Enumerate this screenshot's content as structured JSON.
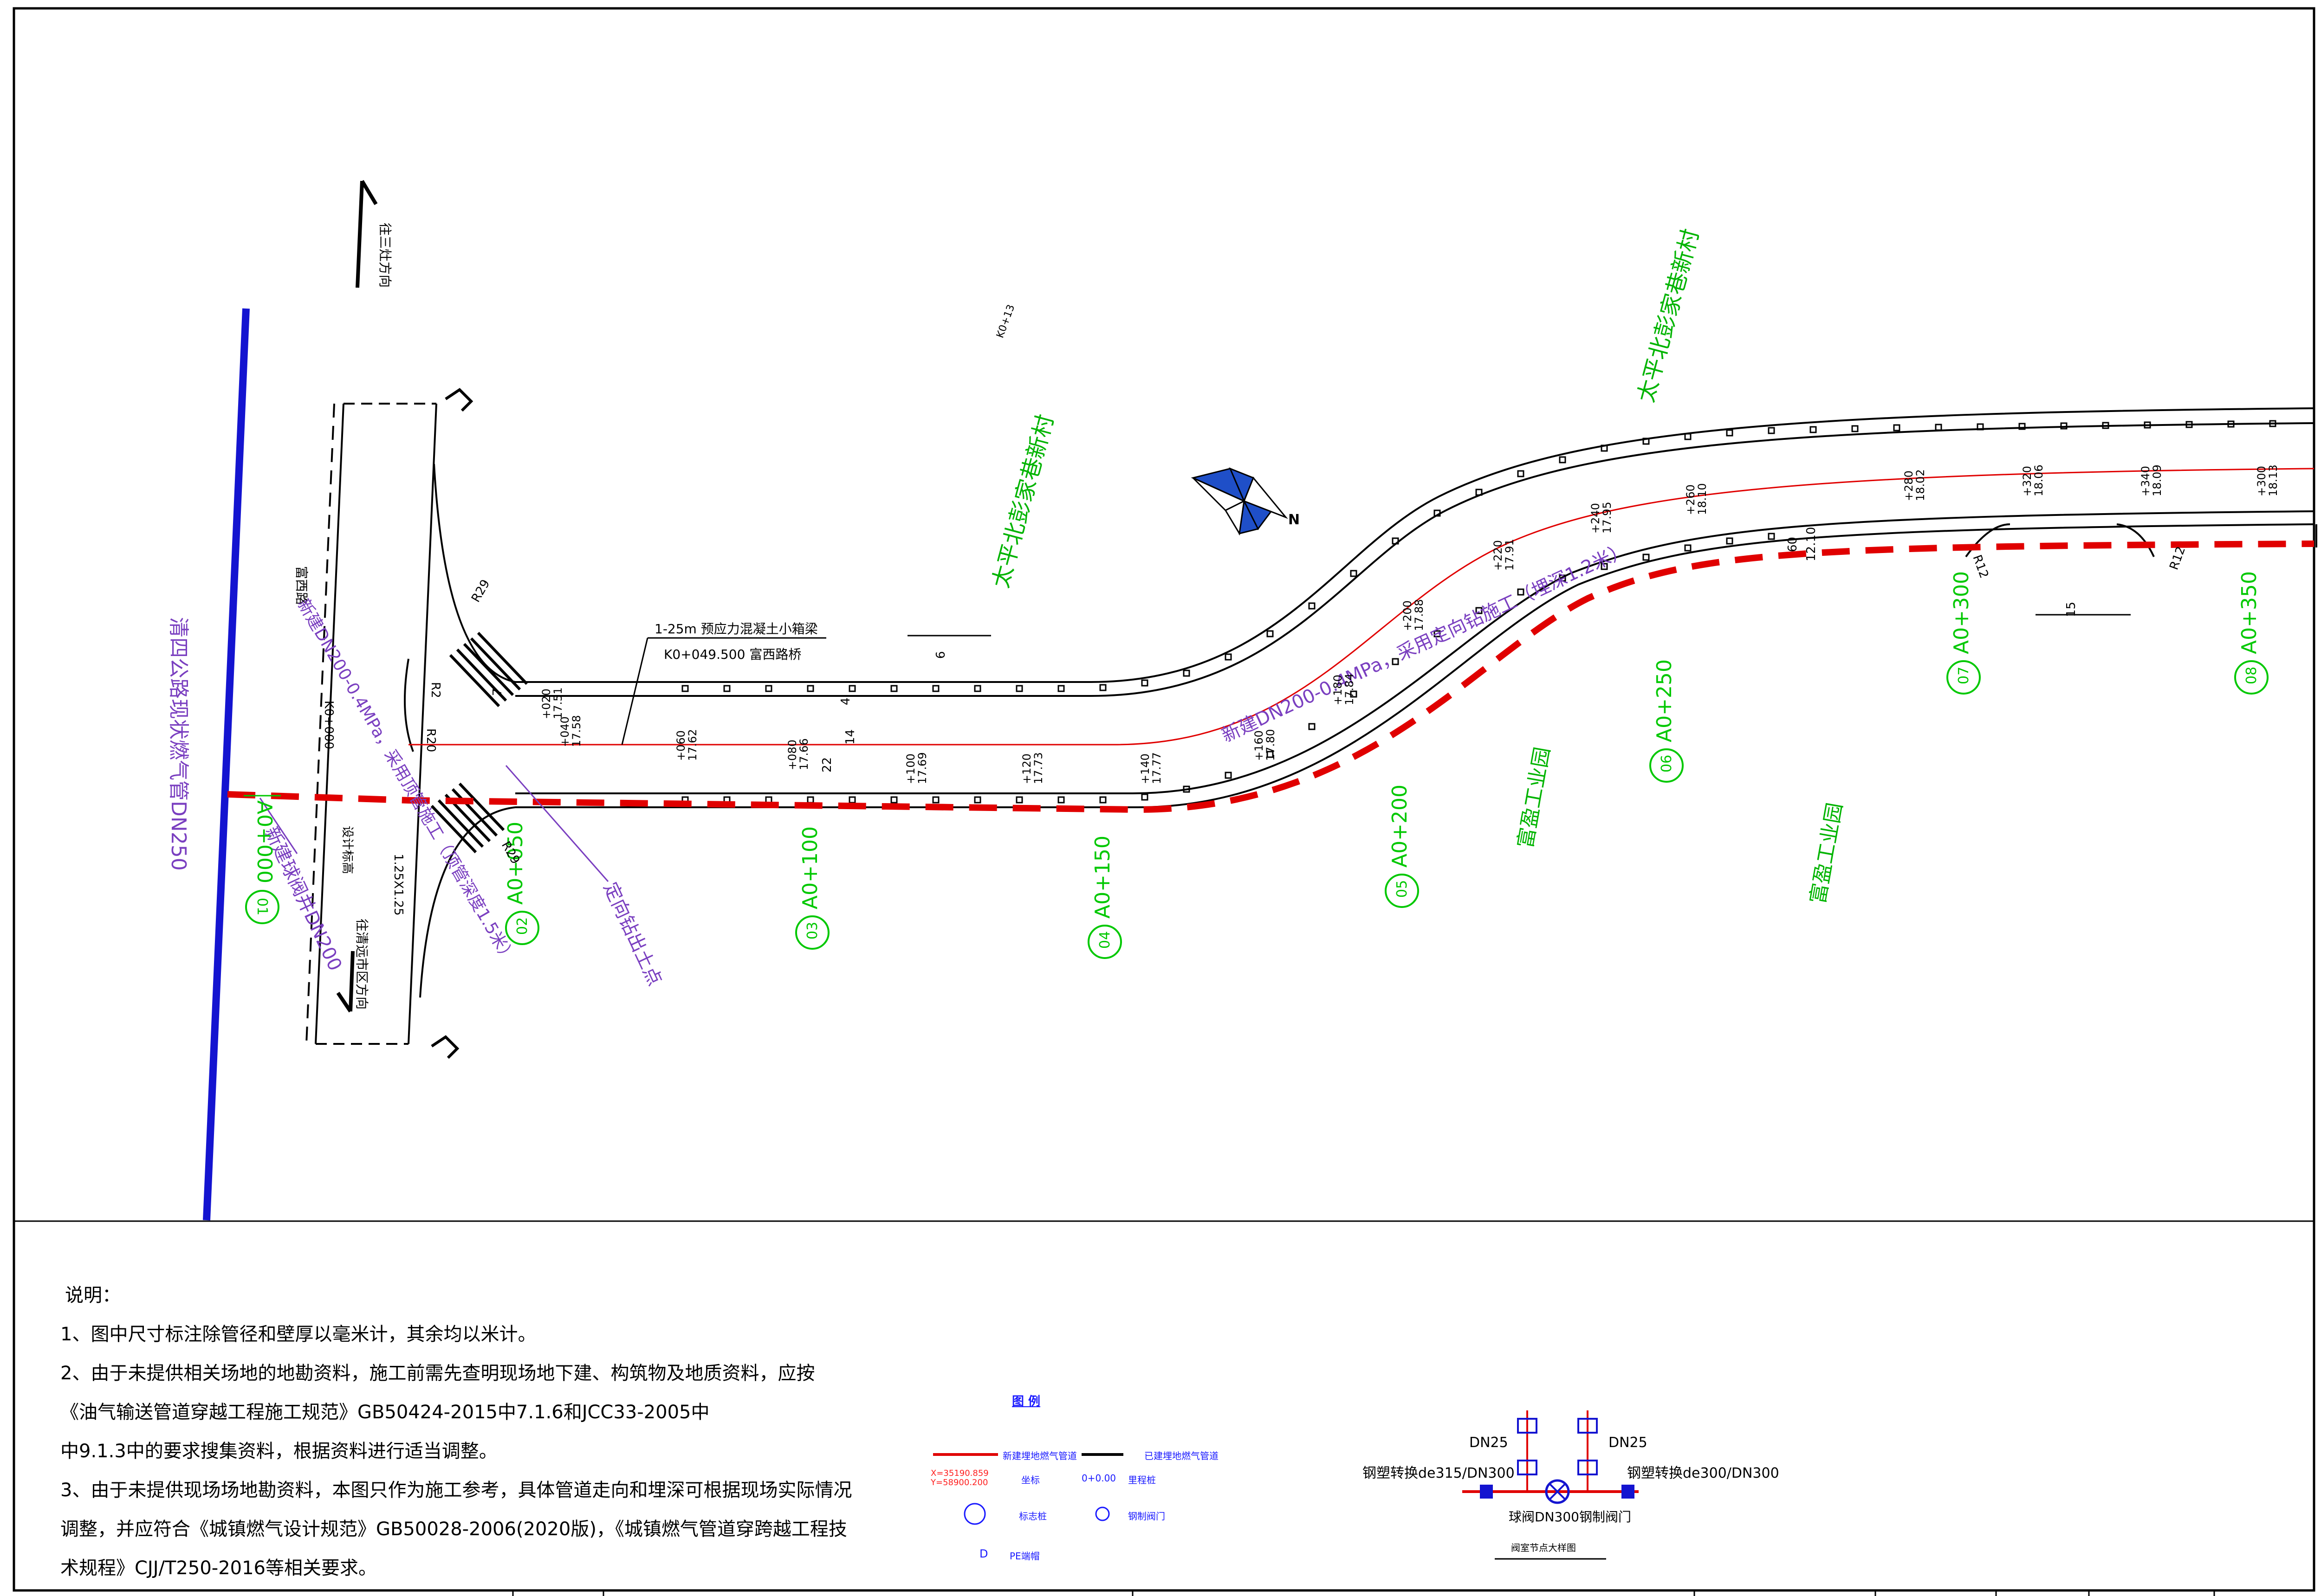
{
  "drawing": {
    "left_direction_top": "往三灶方向",
    "left_direction_bottom": "往清远市区方向",
    "existing_main_label": "清四公路现状燃气管DN250",
    "new_pipe_label": "新建DN200-0.4MPa，采用顶管施工（顶管深度1.5米）",
    "new_pipe_label_2": "新建DN200-0.4MPa，采用定向钻施工（埋深1.2米）",
    "valve_label": "新建球阀井DN200",
    "lateral_label": "定向钻出土点",
    "bridge_label_1": "1-25m 预应力混凝土小箱梁",
    "bridge_label_2": "K0+049.500 富西路桥",
    "village_top": "太平北彭家巷新村",
    "village_mid": "太平北彭家巷新村",
    "industrial_1": "富盈工业园",
    "industrial_2": "富盈工业园",
    "design_elev_label": "设计标高",
    "slope_label": "1.25X1.25",
    "origin_label": "K0+000",
    "road_name": "富西路",
    "scale_label": "K0+13",
    "chainage_markers": [
      {
        "label": "A0+000",
        "id": "01"
      },
      {
        "label": "A0+050",
        "id": "02"
      },
      {
        "label": "A0+100",
        "id": "03"
      },
      {
        "label": "A0+150",
        "id": "04"
      },
      {
        "label": "A0+200",
        "id": "05"
      },
      {
        "label": "A0+250",
        "id": "06"
      },
      {
        "label": "A0+300",
        "id": "07"
      },
      {
        "label": "A0+350",
        "id": "08"
      }
    ],
    "stations": [
      "+020",
      "+040",
      "+060",
      "+080",
      "+100",
      "+120",
      "+140",
      "+160",
      "+180",
      "+200",
      "+220",
      "+240",
      "+260",
      "+280",
      "+300",
      "+320",
      "+340"
    ],
    "elevations": [
      "17.51",
      "17.58",
      "17.62",
      "17.66",
      "17.69",
      "17.73",
      "17.77",
      "17.80",
      "17.84",
      "17.88",
      "17.91",
      "17.95",
      "18.10",
      "18.02",
      "18.06",
      "18.09",
      "18.13"
    ],
    "dims": [
      "R29",
      "R29",
      "R20",
      "R2",
      "R12",
      "R12",
      "14",
      "22",
      "6",
      "15",
      "12.10",
      "60",
      "7",
      "4"
    ]
  },
  "notes": {
    "title": "说明：",
    "lines": [
      "1、图中尺寸标注除管径和壁厚以毫米计，其余均以米计。",
      "2、由于未提供相关场地的地勘资料，施工前需先查明现场地下建、构筑物及地质资料，应按",
      "《油气输送管道穿越工程施工规范》GB50424-2015中7.1.6和JCC33-2005中",
      "中9.1.3中的要求搜集资料，根据资料进行适当调整。",
      "3、由于未提供现场场地勘资料，本图只作为施工参考，具体管道走向和埋深可根据现场实际情况",
      "调整，并应符合《城镇燃气设计规范》GB50028-2006(2020版)，《城镇燃气管道穿跨越工程技",
      "术规程》CJJ/T250-2016等相关要求。"
    ]
  },
  "legend": {
    "title": "图  例",
    "new_pipe": "新建埋地燃气管道",
    "existing_pipe": "已建埋地燃气管道",
    "coord_x": "X=35190.859",
    "coord_y": "Y=58900.200",
    "coord_label": "坐标",
    "chainage_label": "里程桩",
    "chainage_sample": "0+0.00",
    "marker_label": "标志桩",
    "valve_label": "钢制阀门",
    "pe_cap_letter": "D",
    "pe_cap_label": "PE端帽"
  },
  "valve_detail": {
    "left_dn": "DN25",
    "right_dn": "DN25",
    "left_pipe": "钢塑转换de315/DN300",
    "right_pipe": "钢塑转换de300/DN300",
    "main_valve": "球阀DN300钢制阀门",
    "caption": "阀室节点大样图"
  },
  "colors": {
    "new_pipe": "#e00000",
    "existing_pipe": "#1414d0",
    "annotation": "#7a3fc0",
    "marker": "#00c800",
    "village": "#00b400"
  }
}
